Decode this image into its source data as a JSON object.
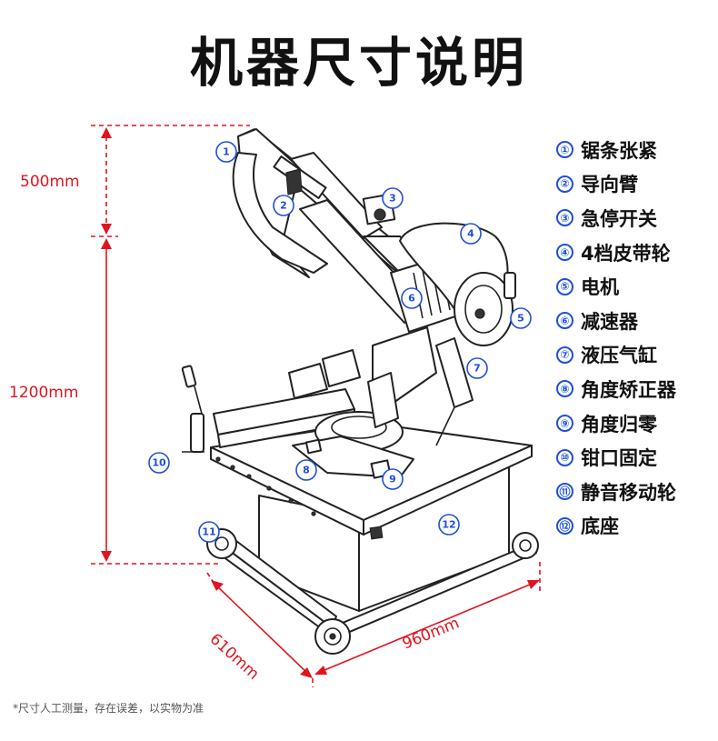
{
  "title": "机器尺寸说明",
  "dimensions": {
    "height_top": "500mm",
    "height_base": "1200mm",
    "depth": "610mm",
    "width": "960mm"
  },
  "parts": [
    {
      "num": "①",
      "label": "锯条张紧"
    },
    {
      "num": "②",
      "label": "导向臂"
    },
    {
      "num": "③",
      "label": "急停开关"
    },
    {
      "num": "④",
      "label": "4档皮带轮"
    },
    {
      "num": "⑤",
      "label": "电机"
    },
    {
      "num": "⑥",
      "label": "减速器"
    },
    {
      "num": "⑦",
      "label": "液压气缸"
    },
    {
      "num": "⑧",
      "label": "角度矫正器"
    },
    {
      "num": "⑨",
      "label": "角度归零"
    },
    {
      "num": "⑩",
      "label": "钳口固定"
    },
    {
      "num": "⑪",
      "label": "静音移动轮"
    },
    {
      "num": "⑫",
      "label": "底座"
    }
  ],
  "callouts": [
    "1",
    "2",
    "3",
    "4",
    "5",
    "6",
    "7",
    "8",
    "9",
    "10",
    "11",
    "12"
  ],
  "footnote": "*尺寸人工测量，存在误差，以实物为准",
  "colors": {
    "dimension": "#e0141e",
    "callout": "#1f4fd8",
    "outline": "#222222"
  }
}
